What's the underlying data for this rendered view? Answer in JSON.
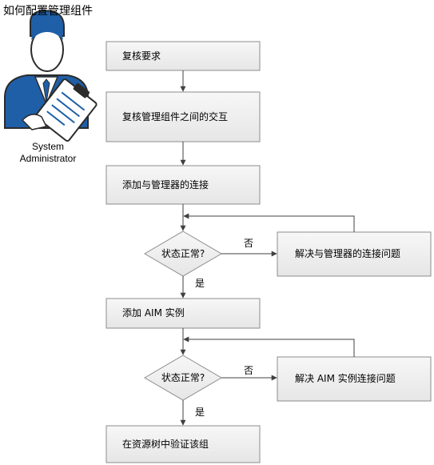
{
  "title": "如何配置管理组件",
  "actor": {
    "line1": "System",
    "line2": "Administrator",
    "icon": "administrator-with-clipboard-icon"
  },
  "steps": [
    {
      "id": "review-requirements",
      "label": "复核要求"
    },
    {
      "id": "review-interactions",
      "label": "复核管理组件之间的交互"
    },
    {
      "id": "add-manager-connection",
      "label": "添加与管理器的连接"
    },
    {
      "id": "fix-manager-connection",
      "label": "解决与管理器的连接问题"
    },
    {
      "id": "add-aim-instance",
      "label": "添加 AIM 实例"
    },
    {
      "id": "fix-aim-connection",
      "label": "解决 AIM 实例连接问题"
    },
    {
      "id": "verify-in-resource-tree",
      "label": "在资源树中验证该组"
    }
  ],
  "decisions": [
    {
      "id": "status-normal-1",
      "label": "状态正常?",
      "no_label": "否",
      "yes_label": "是"
    },
    {
      "id": "status-normal-2",
      "label": "状态正常?",
      "no_label": "否",
      "yes_label": "是"
    }
  ],
  "colors": {
    "box_fill_light": "#f5f5f5",
    "box_fill_dark": "#e8e8e8",
    "box_stroke": "#8c8c8c",
    "connector": "#404040",
    "icon_blue": "#1f5fa8",
    "icon_dark": "#2b2b2b"
  }
}
